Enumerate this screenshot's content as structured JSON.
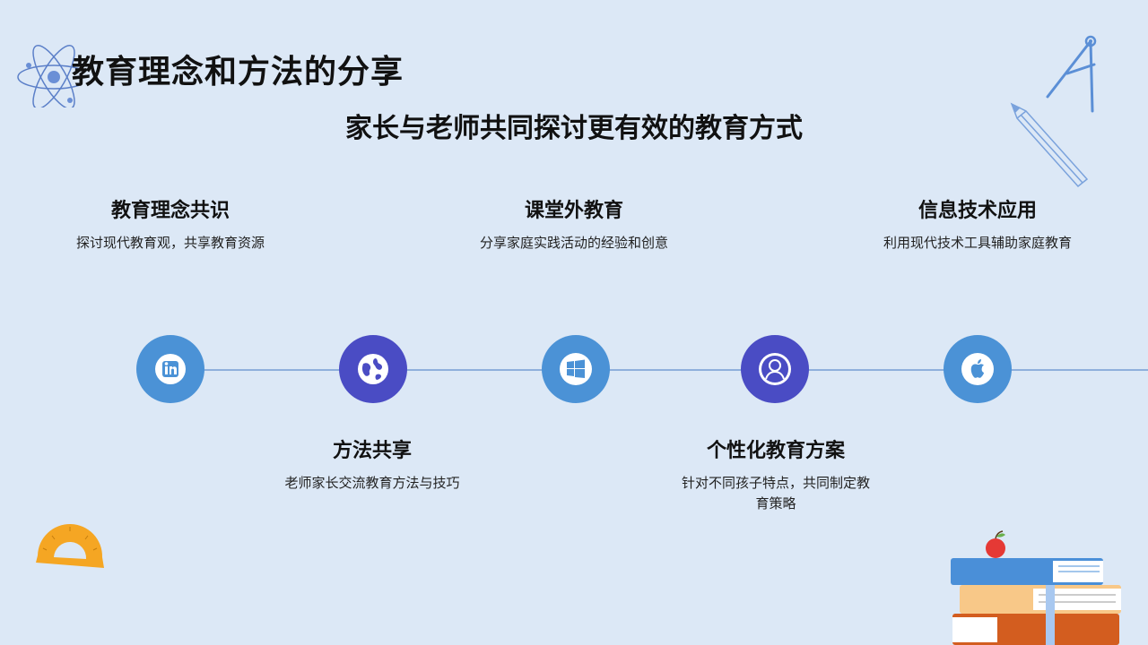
{
  "header": {
    "title": "教育理念和方法的分享",
    "subtitle": "家长与老师共同探讨更有效的教育方式"
  },
  "items_top": [
    {
      "title": "教育理念共识",
      "desc": "探讨现代教育观，共享教育资源"
    },
    {
      "title": "课堂外教育",
      "desc": "分享家庭实践活动的经验和创意"
    },
    {
      "title": "信息技术应用",
      "desc": "利用现代技术工具辅助家庭教育"
    }
  ],
  "items_bottom": [
    {
      "title": "方法共享",
      "desc": "老师家长交流教育方法与技巧"
    },
    {
      "title": "个性化教育方案",
      "desc": "针对不同孩子特点，共同制定教育策略"
    }
  ],
  "nodes": [
    {
      "icon": "linkedin-icon",
      "color": "#4b92d6"
    },
    {
      "icon": "globe-icon",
      "color": "#4a4cc4"
    },
    {
      "icon": "windows-icon",
      "color": "#4b92d6"
    },
    {
      "icon": "user-icon",
      "color": "#4a4cc4"
    },
    {
      "icon": "apple-icon",
      "color": "#4b92d6"
    }
  ]
}
